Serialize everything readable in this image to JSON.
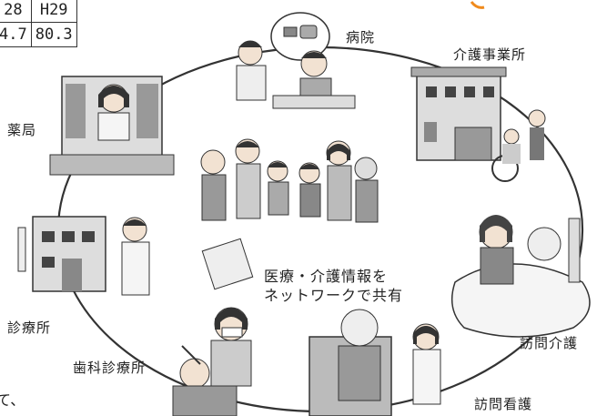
{
  "table": {
    "header": [
      "28",
      "H29"
    ],
    "values": [
      "4.7",
      "80.3"
    ]
  },
  "labels": {
    "hospital": "病院",
    "care_office": "介護事業所",
    "pharmacy": "薬局",
    "clinic": "診療所",
    "home_care": "訪問介護",
    "home_nursing": "訪問看護",
    "dental_clinic": "歯科診療所"
  },
  "center": {
    "line1": "医療・介護情報を",
    "line2": "ネットワークで共有"
  },
  "fragment": "て、",
  "colors": {
    "accent": "#f08a1c",
    "ink": "#222222",
    "gray": "#9a9a9a"
  }
}
